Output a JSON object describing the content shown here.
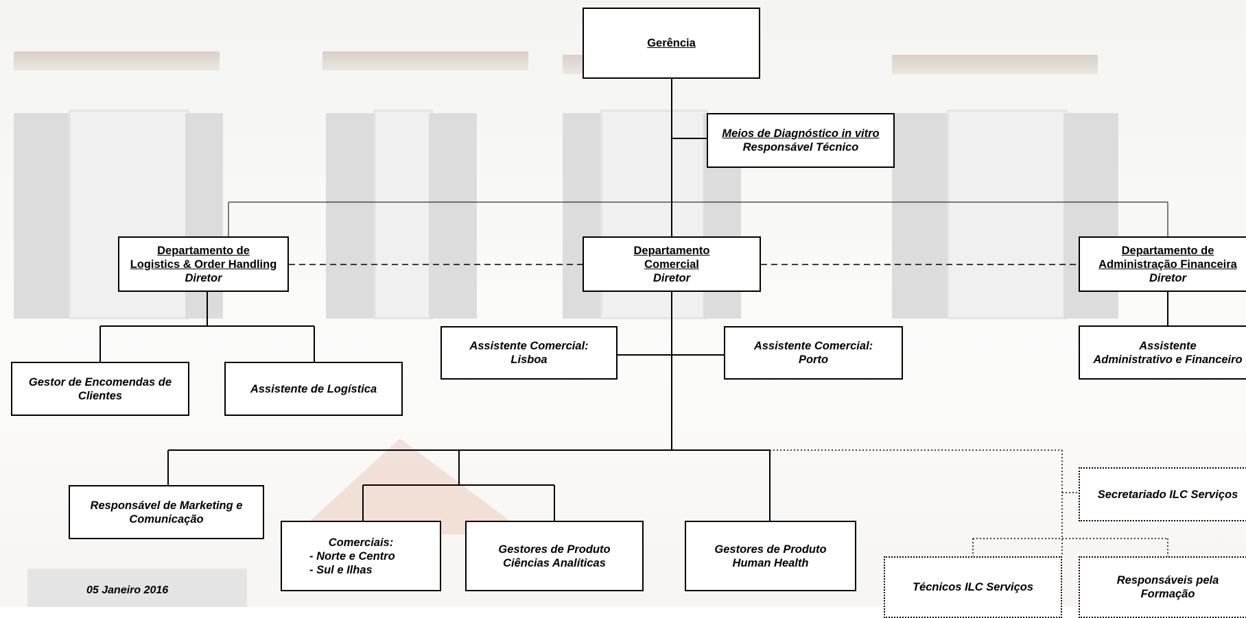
{
  "nodes": {
    "gerencia": {
      "title": "Gerência"
    },
    "meios": {
      "title": "Meios de Diagnóstico in vitro",
      "role": "Responsável Técnico"
    },
    "logistics": {
      "line1": "Departamento de",
      "line2": "Logistics & Order Handling",
      "role": "Diretor"
    },
    "comercial": {
      "line1": "Departamento",
      "line2": "Comercial",
      "role": "Diretor"
    },
    "financeira": {
      "line1": "Departamento de",
      "line2": "Administração Financeira",
      "role": "Diretor"
    },
    "gestor_encomendas": {
      "line1": "Gestor de Encomendas de",
      "line2": "Clientes"
    },
    "assistente_logistica": {
      "line1": "Assistente de Logística"
    },
    "assistente_lisboa": {
      "line1": "Assistente Comercial:",
      "line2": "Lisboa"
    },
    "assistente_porto": {
      "line1": "Assistente Comercial:",
      "line2": "Porto"
    },
    "assistente_admin": {
      "line1": "Assistente",
      "line2": "Administrativo e Financeiro"
    },
    "marketing": {
      "line1": "Responsável de Marketing e",
      "line2": "Comunicação"
    },
    "comerciais": {
      "line1": "Comerciais:",
      "line2": "- Norte e Centro",
      "line3": "- Sul e Ilhas"
    },
    "gestores_analiticas": {
      "line1": "Gestores de Produto",
      "line2": "Ciências Analíticas"
    },
    "gestores_health": {
      "line1": "Gestores de Produto",
      "line2": "Human Health"
    },
    "secretariado": {
      "line1": "Secretariado ILC Serviços"
    },
    "tecnicos": {
      "line1": "Técnicos ILC Serviços"
    },
    "formacao": {
      "line1": "Responsáveis pela",
      "line2": "Formação"
    }
  },
  "date": "05 Janeiro 2016"
}
